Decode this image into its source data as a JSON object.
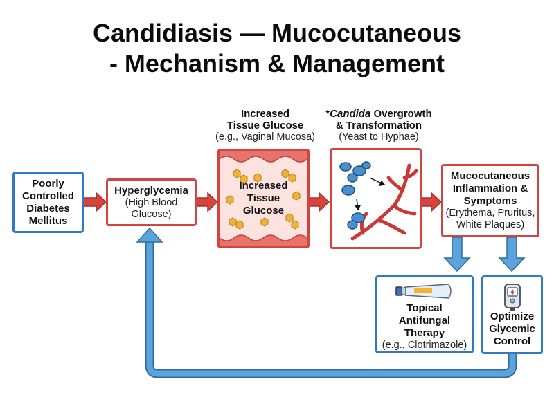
{
  "title": {
    "line1": "Candidiasis — Mucocutaneous",
    "line2": "- Mechanism & Management"
  },
  "captions": {
    "glucose": {
      "line1": "Increased",
      "line2": "Tissue Glucose",
      "line3": "(e.g., Vaginal Mucosa)"
    },
    "candida": {
      "prefix": "*",
      "italic": "Candida",
      "line1_rest": " Overgrowth",
      "line2": "& Transformation",
      "line3": "(Yeast to Hyphae)"
    }
  },
  "nodes": {
    "diabetes": {
      "lines": [
        "Poorly",
        "Controlled",
        "Diabetes",
        "Mellitus"
      ]
    },
    "hyperglycemia": {
      "title": "Hyperglycemia",
      "sub1": "(High Blood",
      "sub2": "Glucose)"
    },
    "tissue_glucose": {
      "lines": [
        "Increased",
        "Tissue",
        "Glucose"
      ]
    },
    "inflammation": {
      "title1": "Mucocutaneous",
      "title2": "Inflammation &",
      "title3": "Symptoms",
      "sub1": "(Erythema, Pruritus,",
      "sub2": "White Plaques)"
    },
    "antifungal": {
      "title1": "Topical",
      "title2": "Antifungal",
      "title3": "Therapy",
      "sub": "(e.g., Clotrimazole)"
    },
    "glycemic": {
      "lines": [
        "Optimize",
        "Glycemic",
        "Control"
      ]
    }
  },
  "colors": {
    "blue_border": "#2e7bbf",
    "red_border": "#d0453f",
    "red_arrow": "#d9433d",
    "blue_arrow": "#5ba3dc",
    "glucose_hexagon": "#f2b233"
  },
  "icons": [
    "ointment-tube-icon",
    "glucometer-icon",
    "hexagon-glucose-icon",
    "yeast-cell-icon",
    "hyphae-icon"
  ]
}
